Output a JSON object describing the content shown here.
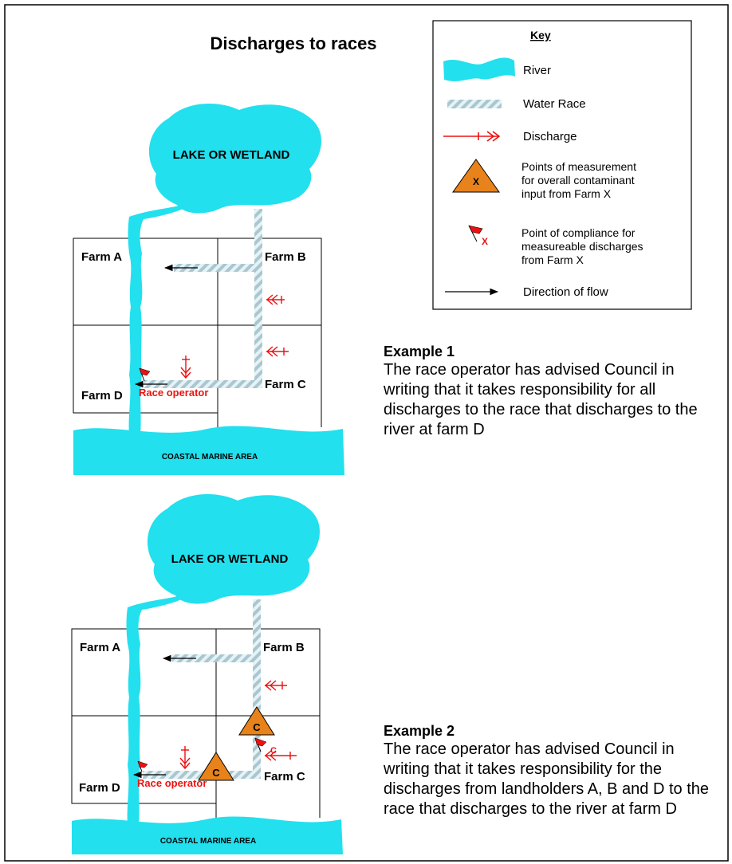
{
  "title": "Discharges to races",
  "colors": {
    "water": "#22E0EE",
    "race_stripe_a": "#E6F2F7",
    "race_stripe_b": "#A9C7CE",
    "discharge": "#EE1111",
    "triangle": "#E8821A",
    "flag": "#EE1111",
    "farm_label": "#000000"
  },
  "key": {
    "heading": "Key",
    "river": "River",
    "water_race": "Water Race",
    "discharge": "Discharge",
    "measurement": [
      "Points of measurement",
      "for overall contaminant",
      "input from Farm X"
    ],
    "measurement_icon_letter": "X",
    "compliance": [
      "Point of compliance for",
      "measureable discharges",
      "from Farm X"
    ],
    "compliance_icon_letter": "X",
    "direction": "Direction of flow"
  },
  "example1": {
    "lake": "LAKE OR WETLAND",
    "coast": "COASTAL MARINE AREA",
    "farms": {
      "a": "Farm A",
      "b": "Farm B",
      "c": "Farm C",
      "d": "Farm D"
    },
    "race_operator": "Race operator",
    "heading": "Example 1",
    "text": "The race operator has advised Council in writing that it takes responsibility for all discharges to the race that discharges to the river at farm D"
  },
  "example2": {
    "lake": "LAKE OR WETLAND",
    "coast": "COASTAL MARINE AREA",
    "farms": {
      "a": "Farm A",
      "b": "Farm B",
      "c": "Farm C",
      "d": "Farm D"
    },
    "race_operator": "Race operator",
    "measure_letter": "C",
    "compliance_letter": "C",
    "heading": "Example 2",
    "text": "The race operator has advised Council in writing that it takes responsibility for the discharges from landholders A, B and D to the race that discharges to the river at farm D"
  }
}
